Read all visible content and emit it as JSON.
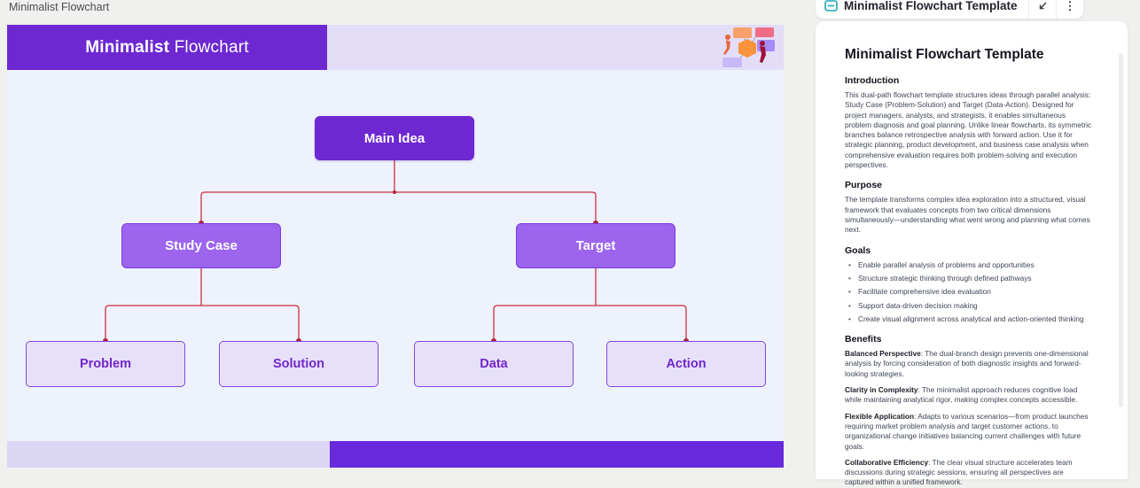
{
  "page": {
    "breadcrumb": "Minimalist Flowchart"
  },
  "canvas": {
    "banner": {
      "title_bold": "Minimalist",
      "title_regular": " Flowchart"
    },
    "nodes": {
      "main": "Main Idea",
      "level2": [
        "Study Case",
        "Target"
      ],
      "level3": [
        "Problem",
        "Solution",
        "Data",
        "Action"
      ]
    },
    "colors": {
      "banner_purple": "#6d28d2",
      "node_level2_fill": "#9d64ee",
      "node_level3_fill": "#e7e0fa",
      "connector_red": "#ce2f3f",
      "canvas_bg": "#eef2fc",
      "lavender": "#e3ddf8"
    }
  },
  "panel": {
    "header": {
      "title": "Minimalist Flowchart Template",
      "expand_icon": "expand-arrow",
      "menu_icon": "kebab-menu",
      "doc_icon_color": "#1ba9b5"
    },
    "doc": {
      "title": "Minimalist Flowchart Template",
      "intro_heading": "Introduction",
      "intro_text": "This dual-path flowchart template structures ideas through parallel analysis: Study Case (Problem-Solution) and Target (Data-Action). Designed for project managers, analysts, and strategists, it enables simultaneous problem diagnosis and goal planning. Unlike linear flowcharts, its symmetric branches balance retrospective analysis with forward action. Use it for strategic planning, product development, and business case analysis when comprehensive evaluation requires both problem-solving and execution perspectives.",
      "purpose_heading": "Purpose",
      "purpose_text": "The template transforms complex idea exploration into a structured, visual framework that evaluates concepts from two critical dimensions simultaneously—understanding what went wrong and planning what comes next.",
      "goals_heading": "Goals",
      "goals": [
        "Enable parallel analysis of problems and opportunities",
        "Structure strategic thinking through defined pathways",
        "Facilitate comprehensive idea evaluation",
        "Support data-driven decision making",
        "Create visual alignment across analytical and action-oriented thinking"
      ],
      "benefits_heading": "Benefits",
      "benefits": [
        {
          "label": "Balanced Perspective",
          "text": ": The dual-branch design prevents one-dimensional analysis by forcing consideration of both diagnostic insights and forward-looking strategies."
        },
        {
          "label": "Clarity in Complexity",
          "text": ": The minimalist approach reduces cognitive load while maintaining analytical rigor, making complex concepts accessible."
        },
        {
          "label": "Flexible Application",
          "text": ": Adapts to various scenarios—from product launches requiring market problem analysis and target customer actions, to organizational change initiatives balancing current challenges with future goals."
        },
        {
          "label": "Collaborative Efficiency",
          "text": ": The clear visual structure accelerates team discussions during strategic sessions, ensuring all perspectives are captured within a unified framework."
        }
      ]
    }
  }
}
